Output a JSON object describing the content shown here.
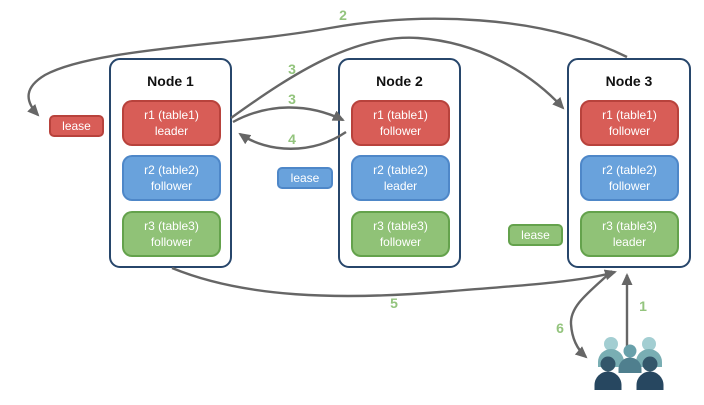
{
  "diagram": {
    "arrow_color": "#666666",
    "step_label_color": "#93c47d",
    "node_border_color": "#27466b",
    "nodes": [
      {
        "title": "Node 1",
        "replicas": [
          {
            "name": "r1 (table1)",
            "role": "leader",
            "color": "#d85d57"
          },
          {
            "name": "r2 (table2)",
            "role": "follower",
            "color": "#69a2dc"
          },
          {
            "name": "r3 (table3)",
            "role": "follower",
            "color": "#90c277"
          }
        ]
      },
      {
        "title": "Node 2",
        "replicas": [
          {
            "name": "r1 (table1)",
            "role": "follower",
            "color": "#d85d57"
          },
          {
            "name": "r2 (table2)",
            "role": "leader",
            "color": "#69a2dc"
          },
          {
            "name": "r3 (table3)",
            "role": "follower",
            "color": "#90c277"
          }
        ]
      },
      {
        "title": "Node 3",
        "replicas": [
          {
            "name": "r1 (table1)",
            "role": "follower",
            "color": "#d85d57"
          },
          {
            "name": "r2 (table2)",
            "role": "follower",
            "color": "#69a2dc"
          },
          {
            "name": "r3 (table3)",
            "role": "leader",
            "color": "#90c277"
          }
        ]
      }
    ],
    "leases": [
      {
        "label": "lease",
        "color": "#d85d57"
      },
      {
        "label": "lease",
        "color": "#69a2dc"
      },
      {
        "label": "lease",
        "color": "#90c277"
      }
    ],
    "steps": {
      "s1": "1",
      "s2": "2",
      "s3a": "3",
      "s3b": "3",
      "s4": "4",
      "s5": "5",
      "s6": "6"
    },
    "people_icon": {
      "name": "users-icon",
      "colors": {
        "light_head": "#a3ced2",
        "light_body": "#79aeb3",
        "mid_head": "#68a0aa",
        "mid_body": "#4f7f8e",
        "dark_head": "#33566a",
        "dark_body": "#274760"
      }
    }
  }
}
